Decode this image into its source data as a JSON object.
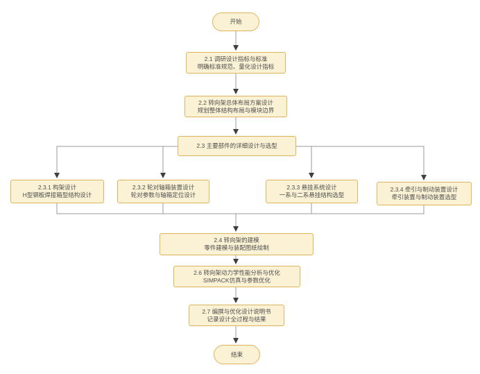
{
  "diagram": {
    "type": "flowchart",
    "background": "#ffffff",
    "colors": {
      "node_fill": "#fbf2d5",
      "node_border": "#ddb45a",
      "line": "#999999",
      "arrow": "#3f3f3f",
      "text": "#4d4d4d"
    },
    "nodes": {
      "start": {
        "label": "开始"
      },
      "n2_1": {
        "line1": "2.1 调研设计指标与标准",
        "line2": "明确标准规范、量化设计指标"
      },
      "n2_2": {
        "line1": "2.2 转向架总体布局方案设计",
        "line2": "规划整体结构布局与模块边界"
      },
      "n2_3": {
        "line1": "2.3 主要部件的详细设计与选型"
      },
      "n2_3_1": {
        "line1": "2.3.1 构架设计",
        "line2": "H型钢板焊接箱型结构设计"
      },
      "n2_3_2": {
        "line1": "2.3.2 轮对轴箱装置设计",
        "line2": "轮对参数与轴箱定位设计"
      },
      "n2_3_3": {
        "line1": "2.3.3 悬挂系统设计",
        "line2": "一系与二系悬挂结构选型"
      },
      "n2_3_4": {
        "line1": "2.3.4 牵引与制动装置设计",
        "line2": "牵引装置与制动装置选型"
      },
      "n2_4": {
        "line1": "2.4 转向架的建模",
        "line2": "零件建模与装配图纸绘制"
      },
      "n2_6": {
        "line1": "2.6 转向架动力学性能分析与优化",
        "line2": "SIMPACK仿真与参数优化"
      },
      "n2_7": {
        "line1": "2.7 编撰与优化设计说明书",
        "line2": "记录设计全过程与结果"
      },
      "end": {
        "label": "结束"
      }
    }
  }
}
